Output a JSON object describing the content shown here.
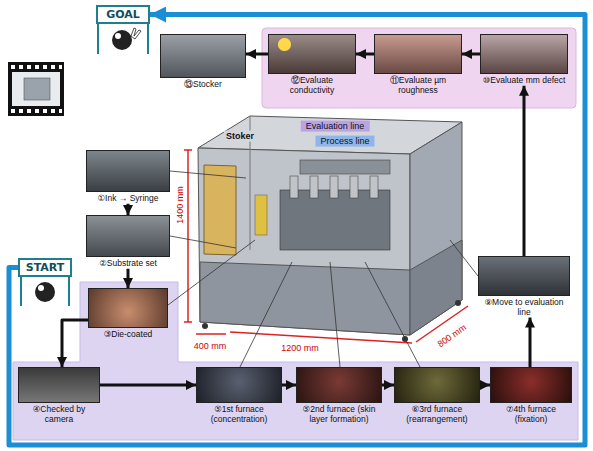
{
  "diagram": {
    "nodes": [
      {
        "text": [
          "GOAL"
        ]
      },
      {
        "text": [
          "⑬Stocker"
        ]
      },
      {
        "text": [
          "⑫Evaluate conductivity"
        ]
      },
      {
        "text": [
          "⑪Evaluate µm roughness"
        ]
      },
      {
        "text": [
          "⑩Evaluate mm defect"
        ]
      },
      {
        "text": [
          "①Ink → Syringe"
        ]
      },
      {
        "text": [
          "②Substrate set"
        ]
      },
      {
        "text": [
          "START"
        ]
      },
      {
        "text": [
          "③Die-coated"
        ]
      },
      {
        "text": [
          "⑨Move to evaluation line"
        ]
      },
      {
        "text": [
          "④Checked by camera"
        ]
      },
      {
        "text": [
          "⑤1st furnace (concentration)"
        ]
      },
      {
        "text": [
          "⑤2nd furnace (skin layer formation)"
        ]
      },
      {
        "text": [
          "⑥3rd furnace (rearrangement)"
        ]
      },
      {
        "text": [
          "⑦4th furnace (fixation)"
        ]
      }
    ],
    "edges": [
      {
        "from": 5,
        "to": 6,
        "arrow": "to"
      },
      {
        "from": 6,
        "to": 8,
        "arrow": "to"
      },
      {
        "from": 8,
        "to": 10,
        "arrow": "to"
      },
      {
        "from": 10,
        "to": 11,
        "arrow": "to"
      },
      {
        "from": 11,
        "to": 12,
        "arrow": "to"
      },
      {
        "from": 12,
        "to": 13,
        "arrow": "to"
      },
      {
        "from": 13,
        "to": 14,
        "arrow": "to"
      },
      {
        "from": 14,
        "to": 9,
        "arrow": "to"
      },
      {
        "from": 9,
        "to": 4,
        "arrow": "to"
      },
      {
        "from": 4,
        "to": 3,
        "arrow": "to"
      },
      {
        "from": 3,
        "to": 2,
        "arrow": "to"
      },
      {
        "from": 2,
        "to": 1,
        "arrow": "to"
      },
      {
        "from": 7,
        "to": 0,
        "arrow": "to"
      }
    ],
    "labels": [
      "Stoker",
      "Evaluation line",
      "Process line",
      "1400 mm",
      "400 mm",
      "1200 mm",
      "800 mm"
    ]
  }
}
